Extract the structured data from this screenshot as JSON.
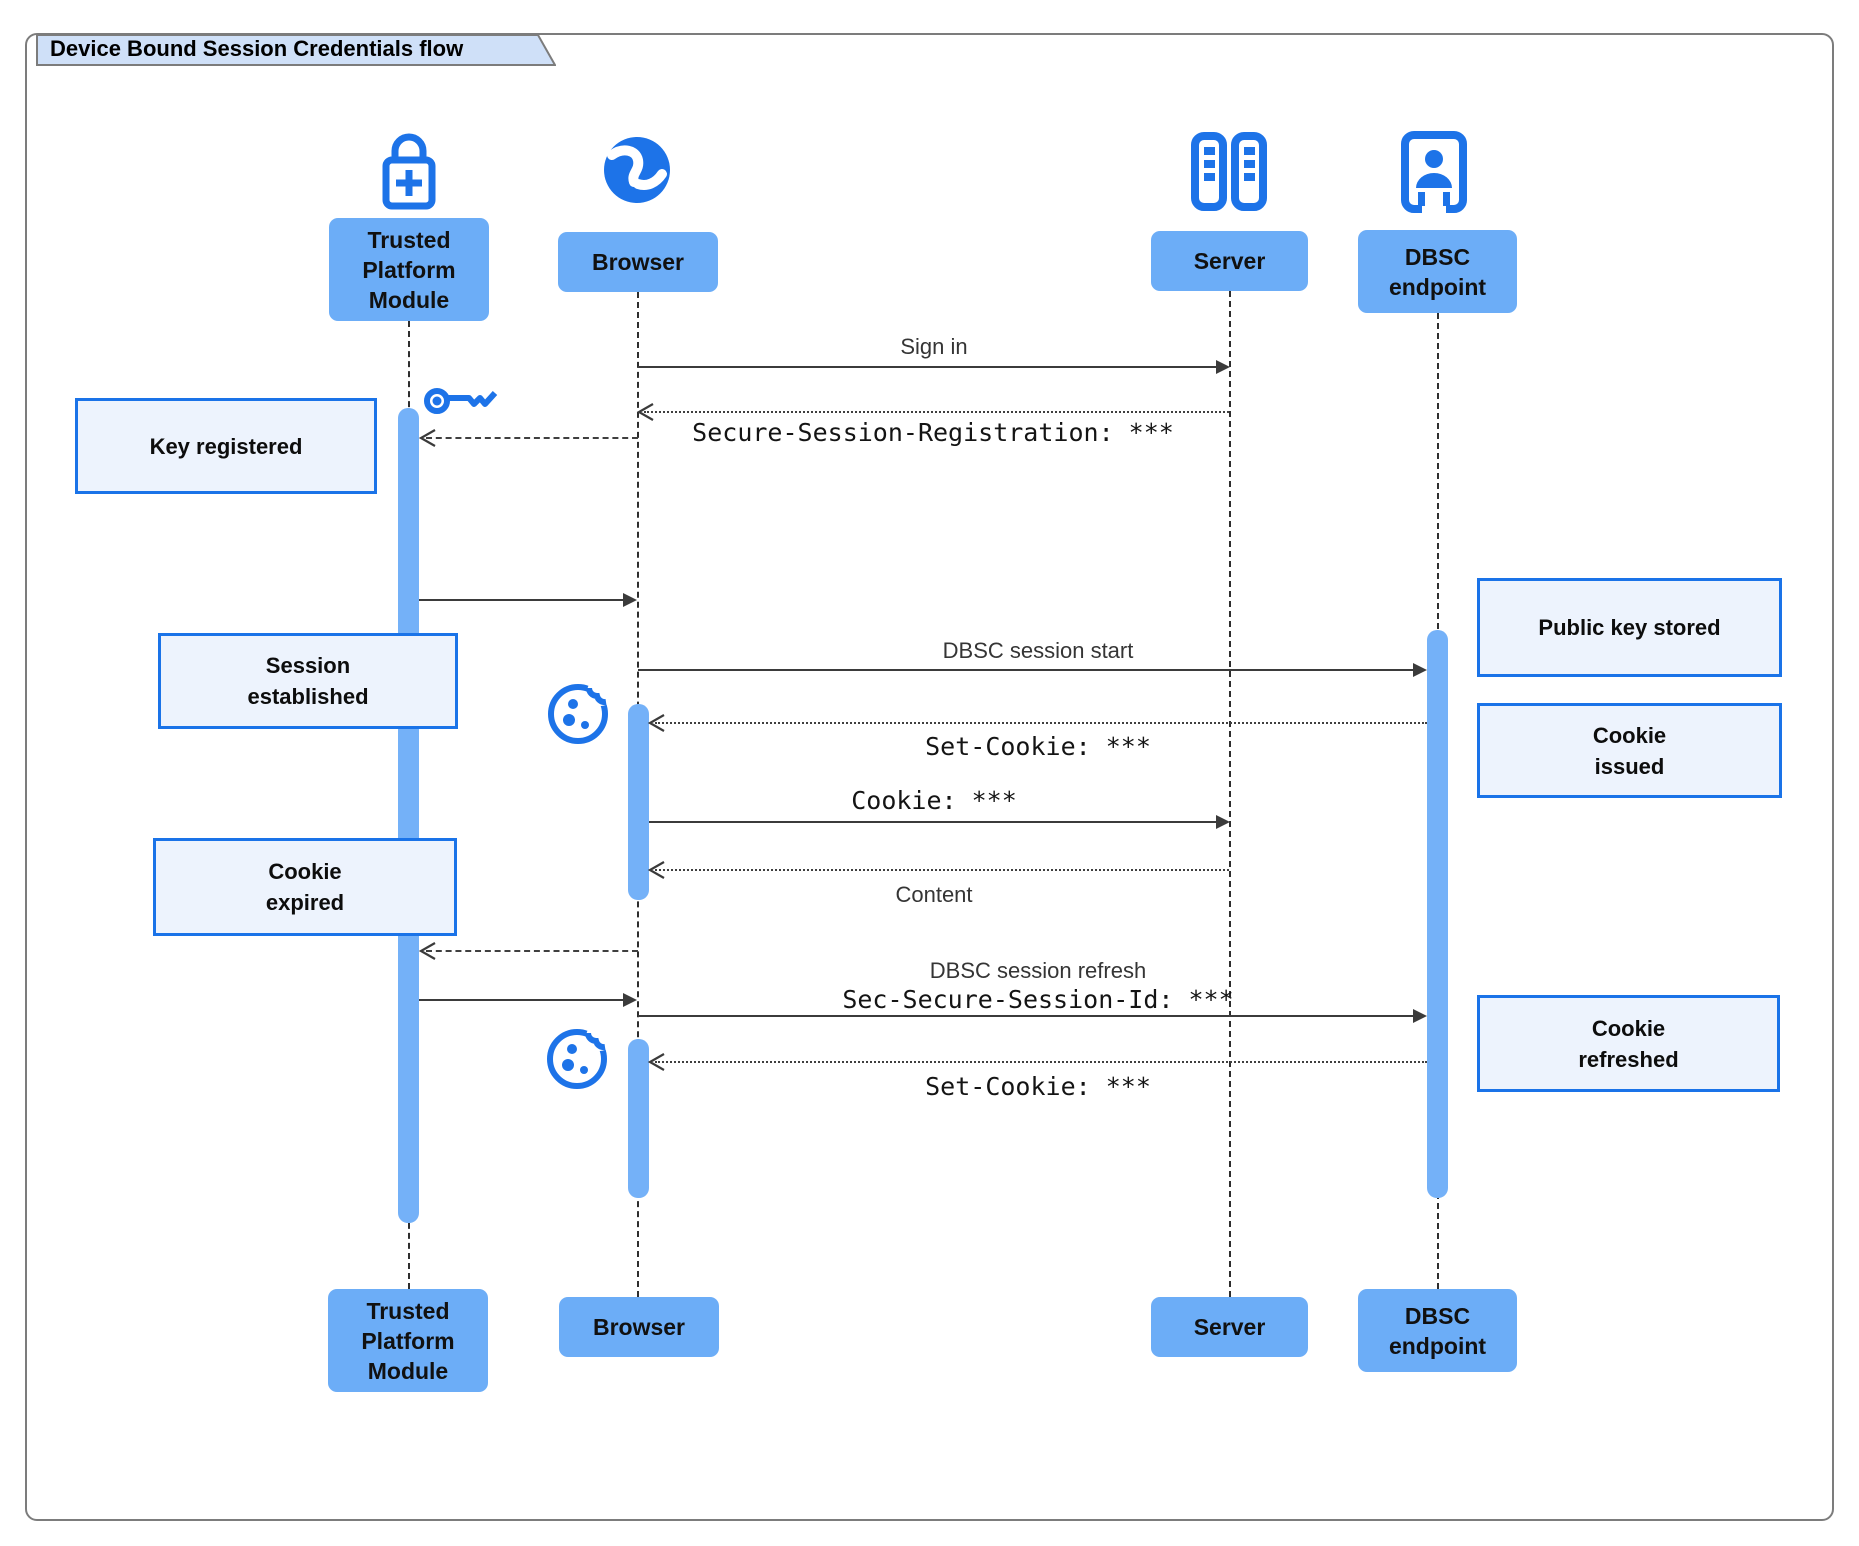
{
  "title": "Device Bound Session Credentials flow",
  "actors": [
    {
      "label": "Trusted\nPlatform\nModule",
      "icon": "lock-plus-icon"
    },
    {
      "label": "Browser",
      "icon": "globe-icon"
    },
    {
      "label": "Server",
      "icon": "server-rack-icon"
    },
    {
      "label": "DBSC\nendpoint",
      "icon": "booth-person-icon"
    }
  ],
  "messages": {
    "sign_in": "Sign in",
    "secure_session_registration": "Secure-Session-Registration: ***",
    "dbsc_session_start": "DBSC session start",
    "set_cookie_first": "Set-Cookie: ***",
    "cookie": "Cookie: ***",
    "content": "Content",
    "dbsc_session_refresh": "DBSC session refresh",
    "sec_secure_session_id": "Sec-Secure-Session-Id: ***",
    "set_cookie_refresh": "Set-Cookie: ***"
  },
  "notes": {
    "key_registered": "Key registered",
    "session_established": "Session\nestablished",
    "cookie_expired": "Cookie\nexpired",
    "public_key_stored": "Public key stored",
    "cookie_issued": "Cookie\nissued",
    "cookie_refreshed": "Cookie\nrefreshed"
  },
  "colors": {
    "accent_blue": "#1d73e8",
    "actor_fill": "#6cadf7",
    "activation_fill": "#74b1f8",
    "note_fill": "#edf3fd",
    "note_border": "#1a73e8",
    "title_fill": "#cfe0f8",
    "frame_border": "#7c7c7c",
    "arrow": "#3b3b3b"
  }
}
